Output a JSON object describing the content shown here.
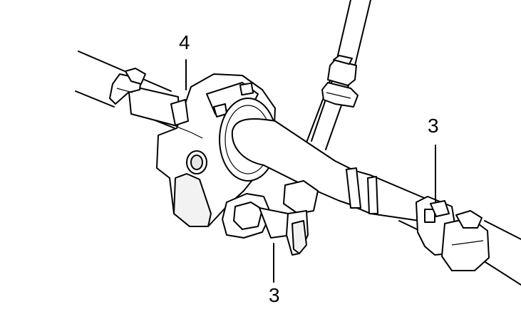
{
  "diagram": {
    "callouts": {
      "housing_label": "4",
      "clip_right_label": "3",
      "clip_bottom_label": "3"
    }
  }
}
